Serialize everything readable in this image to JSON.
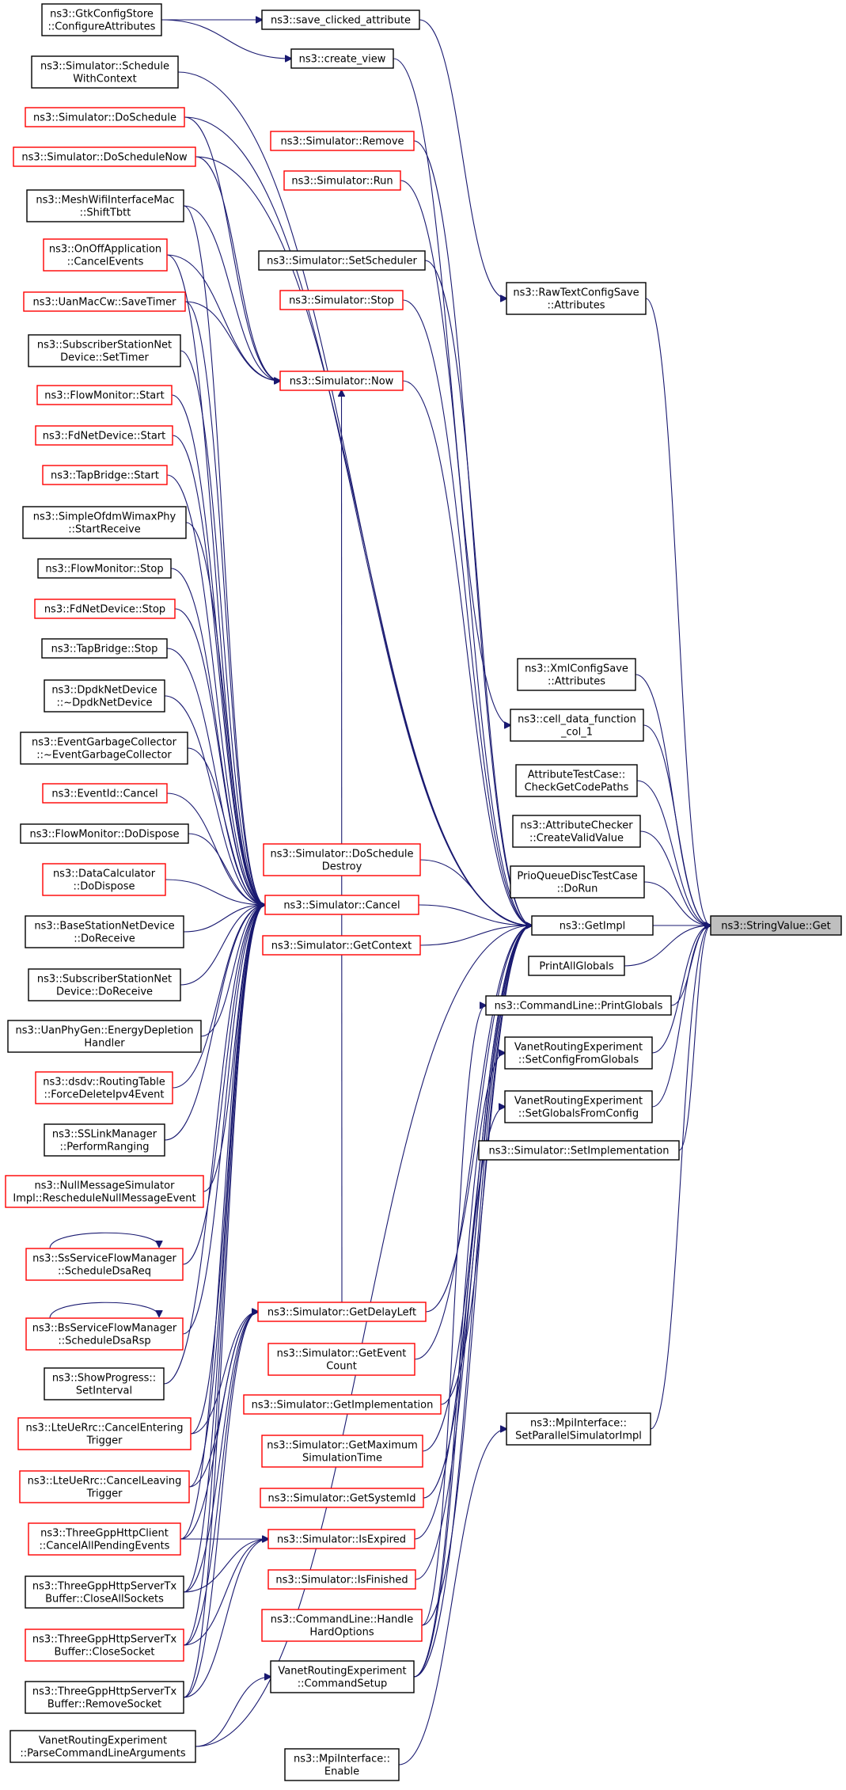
{
  "target": "ns3::StringValue::Get",
  "nodes": {
    "gtk": [
      "ns3::GtkConfigStore",
      "::ConfigureAttributes"
    ],
    "save_attr": [
      "ns3::save_clicked_attribute"
    ],
    "create_view": [
      "ns3::create_view"
    ],
    "schedule_wc": [
      "ns3::Simulator::Schedule",
      "WithContext"
    ],
    "do_schedule": [
      "ns3::Simulator::DoSchedule"
    ],
    "remove": [
      "ns3::Simulator::Remove"
    ],
    "do_schedule_now": [
      "ns3::Simulator::DoScheduleNow"
    ],
    "run": [
      "ns3::Simulator::Run"
    ],
    "mesh": [
      "ns3::MeshWifiInterfaceMac",
      "::ShiftTbtt"
    ],
    "set_scheduler": [
      "ns3::Simulator::SetScheduler"
    ],
    "onoff": [
      "ns3::OnOffApplication",
      "::CancelEvents"
    ],
    "rawtext": [
      "ns3::RawTextConfigSave",
      "::Attributes"
    ],
    "uanmac": [
      "ns3::UanMacCw::SaveTimer"
    ],
    "stop": [
      "ns3::Simulator::Stop"
    ],
    "subscriber_timer": [
      "ns3::SubscriberStationNet",
      "Device::SetTimer"
    ],
    "now": [
      "ns3::Simulator::Now"
    ],
    "flow_start": [
      "ns3::FlowMonitor::Start"
    ],
    "fdnet_start": [
      "ns3::FdNetDevice::Start"
    ],
    "tap_start": [
      "ns3::TapBridge::Start"
    ],
    "ofdm": [
      "ns3::SimpleOfdmWimaxPhy",
      "::StartReceive"
    ],
    "flow_stop": [
      "ns3::FlowMonitor::Stop"
    ],
    "fdnet_stop": [
      "ns3::FdNetDevice::Stop"
    ],
    "tap_stop": [
      "ns3::TapBridge::Stop"
    ],
    "dpdk": [
      "ns3::DpdkNetDevice",
      "::~DpdkNetDevice"
    ],
    "xml": [
      "ns3::XmlConfigSave",
      "::Attributes"
    ],
    "celldata": [
      "ns3::cell_data_function",
      "_col_1"
    ],
    "egc": [
      "ns3::EventGarbageCollector",
      "::~EventGarbageCollector"
    ],
    "attr_test": [
      "AttributeTestCase::",
      "CheckGetCodePaths"
    ],
    "eventid": [
      "ns3::EventId::Cancel"
    ],
    "checker": [
      "ns3::AttributeChecker",
      "::CreateValidValue"
    ],
    "flow_dispose": [
      "ns3::FlowMonitor::DoDispose"
    ],
    "ds_destroy": [
      "ns3::Simulator::DoSchedule",
      "Destroy"
    ],
    "prio": [
      "PrioQueueDiscTestCase",
      "::DoRun"
    ],
    "datacalc": [
      "ns3::DataCalculator",
      "::DoDispose"
    ],
    "cancel": [
      "ns3::Simulator::Cancel"
    ],
    "getimpl": [
      "ns3::GetImpl"
    ],
    "basestation": [
      "ns3::BaseStationNetDevice",
      "::DoReceive"
    ],
    "getcontext": [
      "ns3::Simulator::GetContext"
    ],
    "printall": [
      "PrintAllGlobals"
    ],
    "subscriber_recv": [
      "ns3::SubscriberStationNet",
      "Device::DoReceive"
    ],
    "cmd_print": [
      "ns3::CommandLine::PrintGlobals"
    ],
    "uanphy": [
      "ns3::UanPhyGen::EnergyDepletion",
      "Handler"
    ],
    "vanet_scfg": [
      "VanetRoutingExperiment",
      "::SetConfigFromGlobals"
    ],
    "dsdv": [
      "ns3::dsdv::RoutingTable",
      "::ForceDeleteIpv4Event"
    ],
    "vanet_sgfc": [
      "VanetRoutingExperiment",
      "::SetGlobalsFromConfig"
    ],
    "sslink": [
      "ns3::SSLinkManager",
      "::PerformRanging"
    ],
    "set_impl": [
      "ns3::Simulator::SetImplementation"
    ],
    "nullmsg": [
      "ns3::NullMessageSimulator",
      "Impl::RescheduleNullMessageEvent"
    ],
    "ssflow": [
      "ns3::SsServiceFlowManager",
      "::ScheduleDsaReq"
    ],
    "bsflow": [
      "ns3::BsServiceFlowManager",
      "::ScheduleDsaRsp"
    ],
    "delayleft": [
      "ns3::Simulator::GetDelayLeft"
    ],
    "showprog": [
      "ns3::ShowProgress::",
      "SetInterval"
    ],
    "eventcount": [
      "ns3::Simulator::GetEvent",
      "Count"
    ],
    "lte_enter": [
      "ns3::LteUeRrc::CancelEntering",
      "Trigger"
    ],
    "getimplementation": [
      "ns3::Simulator::GetImplementation"
    ],
    "mpi_set": [
      "ns3::MpiInterface::",
      "SetParallelSimulatorImpl"
    ],
    "lte_leave": [
      "ns3::LteUeRrc::CancelLeaving",
      "Trigger"
    ],
    "maxtime": [
      "ns3::Simulator::GetMaximum",
      "SimulationTime"
    ],
    "systemid": [
      "ns3::Simulator::GetSystemId"
    ],
    "http_client": [
      "ns3::ThreeGppHttpClient",
      "::CancelAllPendingEvents"
    ],
    "isexpired": [
      "ns3::Simulator::IsExpired"
    ],
    "http_closeall": [
      "ns3::ThreeGppHttpServerTx",
      "Buffer::CloseAllSockets"
    ],
    "isfinished": [
      "ns3::Simulator::IsFinished"
    ],
    "cmd_handle": [
      "ns3::CommandLine::Handle",
      "HardOptions"
    ],
    "http_close": [
      "ns3::ThreeGppHttpServerTx",
      "Buffer::CloseSocket"
    ],
    "vanet_cmd": [
      "VanetRoutingExperiment",
      "::CommandSetup"
    ],
    "http_remove": [
      "ns3::ThreeGppHttpServerTx",
      "Buffer::RemoveSocket"
    ],
    "vanet_parse": [
      "VanetRoutingExperiment",
      "::ParseCommandLineArguments"
    ],
    "mpi_enable": [
      "ns3::MpiInterface::",
      "Enable"
    ]
  },
  "edges": [
    [
      "gtk",
      "save_attr"
    ],
    [
      "gtk",
      "create_view"
    ],
    [
      "save_attr",
      "rawtext"
    ],
    [
      "create_view",
      "celldata"
    ],
    [
      "rawtext",
      "target"
    ],
    [
      "xml",
      "target"
    ],
    [
      "celldata",
      "target"
    ],
    [
      "attr_test",
      "target"
    ],
    [
      "checker",
      "target"
    ],
    [
      "prio",
      "target"
    ],
    [
      "getimpl",
      "target"
    ],
    [
      "printall",
      "target"
    ],
    [
      "cmd_print",
      "target"
    ],
    [
      "vanet_scfg",
      "target"
    ],
    [
      "vanet_sgfc",
      "target"
    ],
    [
      "set_impl",
      "target"
    ],
    [
      "mpi_set",
      "target"
    ],
    [
      "mpi_enable",
      "mpi_set"
    ],
    [
      "now",
      "getimpl"
    ],
    [
      "cancel",
      "getimpl"
    ],
    [
      "ds_destroy",
      "getimpl"
    ],
    [
      "getcontext",
      "getimpl"
    ],
    [
      "schedule_wc",
      "getimpl"
    ],
    [
      "do_schedule",
      "getimpl"
    ],
    [
      "remove",
      "getimpl"
    ],
    [
      "do_schedule_now",
      "getimpl"
    ],
    [
      "run",
      "getimpl"
    ],
    [
      "set_scheduler",
      "getimpl"
    ],
    [
      "stop",
      "getimpl"
    ],
    [
      "delayleft",
      "getimpl"
    ],
    [
      "eventcount",
      "getimpl"
    ],
    [
      "getimplementation",
      "getimpl"
    ],
    [
      "maxtime",
      "getimpl"
    ],
    [
      "systemid",
      "getimpl"
    ],
    [
      "isexpired",
      "getimpl"
    ],
    [
      "isfinished",
      "getimpl"
    ],
    [
      "cmd_handle",
      "getimpl"
    ],
    [
      "vanet_cmd",
      "getimpl"
    ],
    [
      "vanet_parse",
      "getimpl"
    ],
    [
      "do_schedule",
      "now"
    ],
    [
      "do_schedule_now",
      "now"
    ],
    [
      "mesh",
      "now"
    ],
    [
      "onoff",
      "now"
    ],
    [
      "uanmac",
      "now"
    ],
    [
      "delayleft",
      "now"
    ],
    [
      "mesh",
      "cancel"
    ],
    [
      "onoff",
      "cancel"
    ],
    [
      "uanmac",
      "cancel"
    ],
    [
      "subscriber_timer",
      "cancel"
    ],
    [
      "flow_start",
      "cancel"
    ],
    [
      "fdnet_start",
      "cancel"
    ],
    [
      "tap_start",
      "cancel"
    ],
    [
      "ofdm",
      "cancel"
    ],
    [
      "flow_stop",
      "cancel"
    ],
    [
      "fdnet_stop",
      "cancel"
    ],
    [
      "tap_stop",
      "cancel"
    ],
    [
      "dpdk",
      "cancel"
    ],
    [
      "egc",
      "cancel"
    ],
    [
      "eventid",
      "cancel"
    ],
    [
      "flow_dispose",
      "cancel"
    ],
    [
      "datacalc",
      "cancel"
    ],
    [
      "basestation",
      "cancel"
    ],
    [
      "subscriber_recv",
      "cancel"
    ],
    [
      "uanphy",
      "cancel"
    ],
    [
      "dsdv",
      "cancel"
    ],
    [
      "sslink",
      "cancel"
    ],
    [
      "nullmsg",
      "cancel"
    ],
    [
      "ssflow",
      "cancel"
    ],
    [
      "bsflow",
      "cancel"
    ],
    [
      "showprog",
      "cancel"
    ],
    [
      "lte_enter",
      "cancel"
    ],
    [
      "lte_leave",
      "cancel"
    ],
    [
      "http_client",
      "cancel"
    ],
    [
      "http_closeall",
      "cancel"
    ],
    [
      "http_close",
      "cancel"
    ],
    [
      "http_remove",
      "cancel"
    ],
    [
      "lte_enter",
      "delayleft"
    ],
    [
      "lte_leave",
      "delayleft"
    ],
    [
      "http_client",
      "delayleft"
    ],
    [
      "http_closeall",
      "delayleft"
    ],
    [
      "http_close",
      "delayleft"
    ],
    [
      "http_remove",
      "delayleft"
    ],
    [
      "http_client",
      "isexpired"
    ],
    [
      "http_closeall",
      "isexpired"
    ],
    [
      "http_close",
      "isexpired"
    ],
    [
      "http_remove",
      "isexpired"
    ],
    [
      "vanet_parse",
      "vanet_cmd"
    ],
    [
      "cmd_handle",
      "cmd_print"
    ],
    [
      "vanet_cmd",
      "vanet_scfg"
    ],
    [
      "vanet_cmd",
      "vanet_sgfc"
    ],
    [
      "ssflow",
      "ssflow"
    ],
    [
      "bsflow",
      "bsflow"
    ]
  ]
}
